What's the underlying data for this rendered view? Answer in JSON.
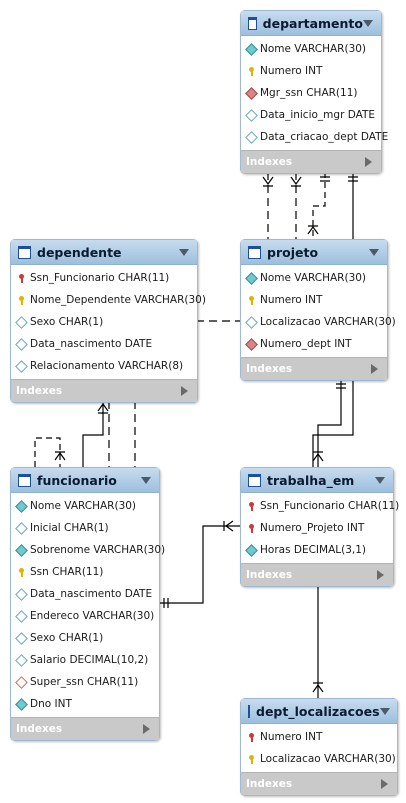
{
  "tables": {
    "departamento": {
      "name": "departamento",
      "columns": [
        {
          "label": "Nome VARCHAR(30)",
          "icon": "diamond-filled-icon"
        },
        {
          "label": "Numero INT",
          "icon": "primary-key-icon"
        },
        {
          "label": "Mgr_ssn CHAR(11)",
          "icon": "foreign-key-diamond-icon"
        },
        {
          "label": "Data_inicio_mgr DATE",
          "icon": "diamond-hollow-icon"
        },
        {
          "label": "Data_criacao_dept DATE",
          "icon": "diamond-hollow-icon"
        }
      ],
      "footer": "Indexes"
    },
    "dependente": {
      "name": "dependente",
      "columns": [
        {
          "label": "Ssn_Funcionario CHAR(11)",
          "icon": "foreign-primary-key-icon"
        },
        {
          "label": "Nome_Dependente VARCHAR(30)",
          "icon": "primary-key-icon"
        },
        {
          "label": "Sexo CHAR(1)",
          "icon": "diamond-hollow-icon"
        },
        {
          "label": "Data_nascimento DATE",
          "icon": "diamond-hollow-icon"
        },
        {
          "label": "Relacionamento VARCHAR(8)",
          "icon": "diamond-hollow-icon"
        }
      ],
      "footer": "Indexes"
    },
    "projeto": {
      "name": "projeto",
      "columns": [
        {
          "label": "Nome VARCHAR(30)",
          "icon": "diamond-filled-icon"
        },
        {
          "label": "Numero INT",
          "icon": "primary-key-icon"
        },
        {
          "label": "Localizacao VARCHAR(30)",
          "icon": "diamond-hollow-icon"
        },
        {
          "label": "Numero_dept INT",
          "icon": "foreign-key-diamond-icon"
        }
      ],
      "footer": "Indexes"
    },
    "funcionario": {
      "name": "funcionario",
      "columns": [
        {
          "label": "Nome VARCHAR(30)",
          "icon": "diamond-filled-icon"
        },
        {
          "label": "Inicial CHAR(1)",
          "icon": "diamond-hollow-icon"
        },
        {
          "label": "Sobrenome VARCHAR(30)",
          "icon": "diamond-filled-icon"
        },
        {
          "label": "Ssn CHAR(11)",
          "icon": "primary-key-icon"
        },
        {
          "label": "Data_nascimento DATE",
          "icon": "diamond-hollow-icon"
        },
        {
          "label": "Endereco VARCHAR(30)",
          "icon": "diamond-hollow-icon"
        },
        {
          "label": "Sexo CHAR(1)",
          "icon": "diamond-hollow-icon"
        },
        {
          "label": "Salario DECIMAL(10,2)",
          "icon": "diamond-hollow-icon"
        },
        {
          "label": "Super_ssn CHAR(11)",
          "icon": "foreign-key-hollow-icon"
        },
        {
          "label": "Dno INT",
          "icon": "diamond-filled-icon"
        }
      ],
      "footer": "Indexes"
    },
    "trabalha_em": {
      "name": "trabalha_em",
      "columns": [
        {
          "label": "Ssn_Funcionario CHAR(11)",
          "icon": "foreign-primary-key-icon"
        },
        {
          "label": "Numero_Projeto INT",
          "icon": "foreign-primary-key-icon"
        },
        {
          "label": "Horas DECIMAL(3,1)",
          "icon": "diamond-filled-icon"
        }
      ],
      "footer": "Indexes"
    },
    "dept_localizacoes": {
      "name": "dept_localizacoes",
      "columns": [
        {
          "label": "Numero INT",
          "icon": "foreign-primary-key-icon"
        },
        {
          "label": "Localizacao VARCHAR(30)",
          "icon": "primary-key-icon"
        }
      ],
      "footer": "Indexes"
    }
  },
  "colors": {
    "header": "#9dbfdd",
    "border": "#9fb9d2",
    "footer": "#c9c9c9",
    "line": "#000000"
  }
}
